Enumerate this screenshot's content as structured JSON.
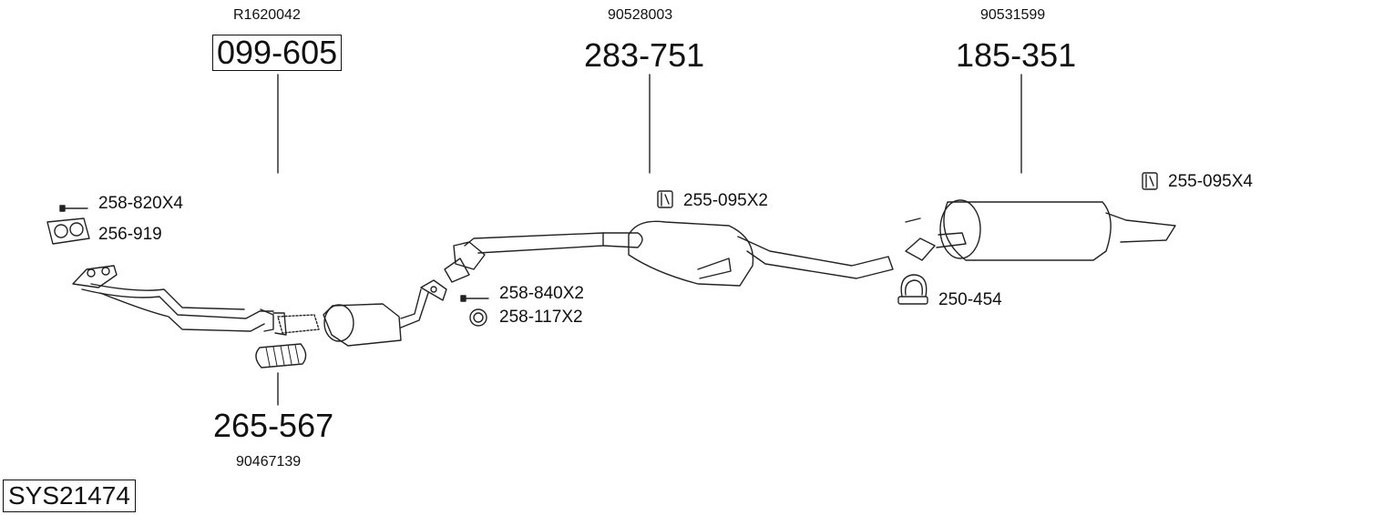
{
  "diagram": {
    "system_code": "SYS21474",
    "parts": [
      {
        "part_number": "099-605",
        "oem_number": "R1620042"
      },
      {
        "part_number": "283-751",
        "oem_number": "90528003"
      },
      {
        "part_number": "185-351",
        "oem_number": "90531599"
      },
      {
        "part_number": "265-567",
        "oem_number": "90467139"
      }
    ],
    "small_parts": [
      {
        "label": "258-820X4"
      },
      {
        "label": "256-919"
      },
      {
        "label": "255-095X2"
      },
      {
        "label": "258-840X2"
      },
      {
        "label": "258-117X2"
      },
      {
        "label": "255-095X4"
      },
      {
        "label": "250-454"
      }
    ]
  }
}
